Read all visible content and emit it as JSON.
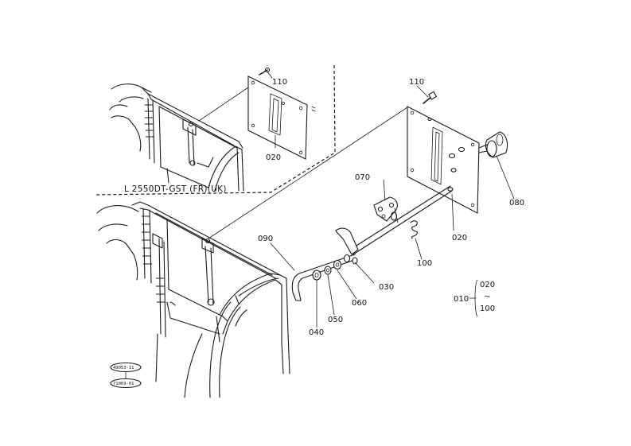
{
  "diagram": {
    "variant_label": "L 2550DT-GST  (FR)(UK)",
    "parts": [
      {
        "id": "inset-110",
        "label": "110"
      },
      {
        "id": "inset-020",
        "label": "020"
      },
      {
        "id": "main-110",
        "label": "110"
      },
      {
        "id": "main-070",
        "label": "070"
      },
      {
        "id": "main-080",
        "label": "080"
      },
      {
        "id": "main-020",
        "label": "020"
      },
      {
        "id": "main-090",
        "label": "090"
      },
      {
        "id": "main-100",
        "label": "100"
      },
      {
        "id": "main-030",
        "label": "030"
      },
      {
        "id": "main-060",
        "label": "060"
      },
      {
        "id": "main-050",
        "label": "050"
      },
      {
        "id": "main-040",
        "label": "040"
      }
    ],
    "group": {
      "label": "010",
      "top": "020",
      "tilde": "~",
      "bottom": "100"
    },
    "stamps": {
      "upper": "49053-11",
      "lower": "71069-01"
    }
  }
}
